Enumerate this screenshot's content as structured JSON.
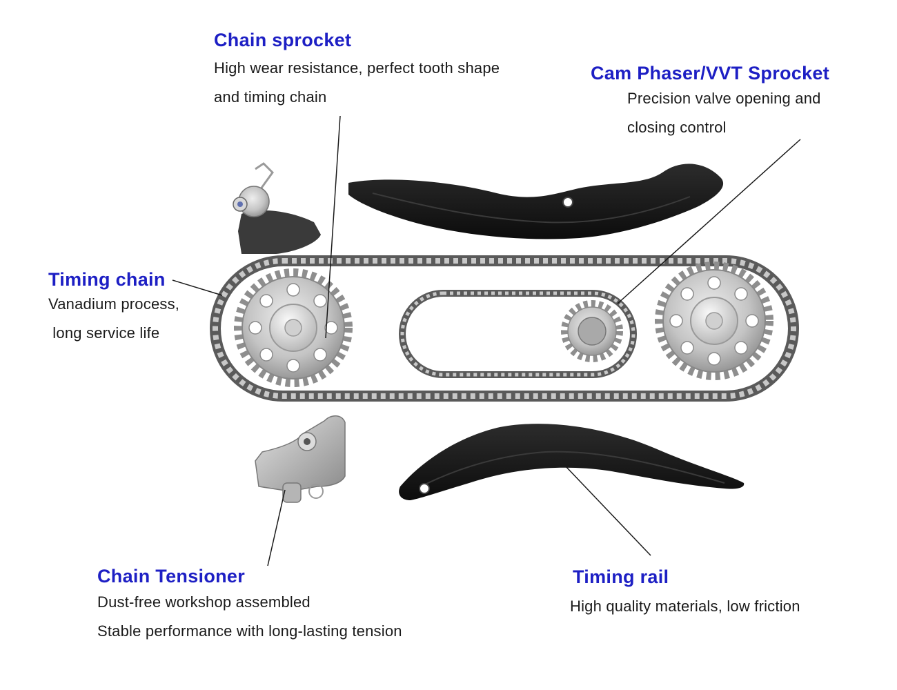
{
  "colors": {
    "title": "#1d1fc4",
    "text": "#1a1a1a",
    "metal": "#b9b9b9",
    "plastic": "#141414",
    "chain": "#5a5a5a"
  },
  "callouts": {
    "chain_sprocket": {
      "title": "Chain sprocket",
      "lines": [
        "High wear resistance, perfect tooth shape",
        "and timing chain"
      ]
    },
    "cam_phaser": {
      "title": "Cam Phaser/VVT Sprocket",
      "lines": [
        "Precision valve opening and",
        "closing control"
      ]
    },
    "timing_chain": {
      "title": "Timing chain",
      "lines": [
        "Vanadium process,",
        " long service life"
      ]
    },
    "chain_tensioner": {
      "title": "Chain Tensioner",
      "lines": [
        "Dust-free workshop assembled",
        "Stable performance with long-lasting tension"
      ]
    },
    "timing_rail": {
      "title": "Timing rail",
      "lines": [
        "High quality materials, low friction"
      ]
    }
  }
}
